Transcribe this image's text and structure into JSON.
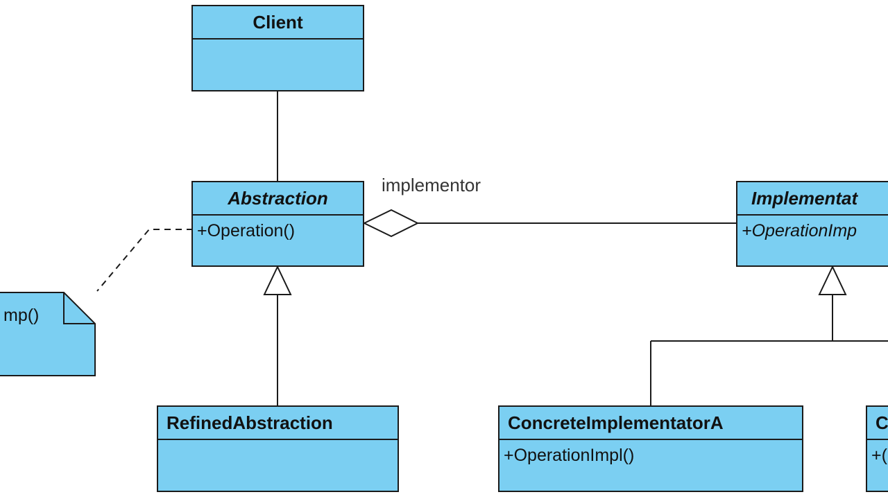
{
  "classes": {
    "client": {
      "name": "Client"
    },
    "abstraction": {
      "name": "Abstraction",
      "operation": "+Operation()"
    },
    "implementor": {
      "name": "Implementat",
      "operation": "+OperationImp"
    },
    "refined_abstraction": {
      "name": "RefinedAbstraction"
    },
    "concrete_a": {
      "name": "ConcreteImplementatorA",
      "operation": "+OperationImpl()"
    },
    "concrete_b": {
      "name": "C",
      "operation": "+("
    }
  },
  "note": {
    "text": "mp()"
  },
  "association": {
    "label": "implementor"
  },
  "colors": {
    "class_fill": "#7bcff2",
    "border": "#1a1a1a",
    "background": "#ffffff"
  }
}
